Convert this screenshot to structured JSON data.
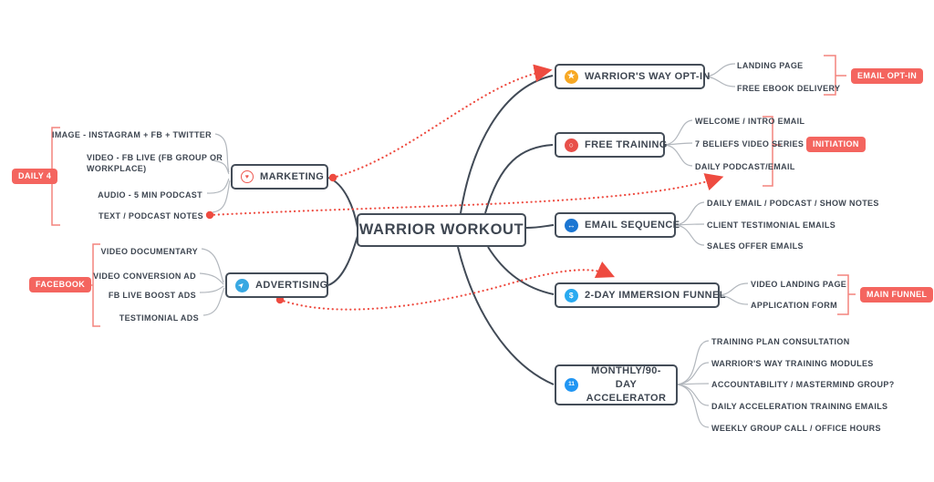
{
  "root": {
    "label": "WARRIOR WORKOUT"
  },
  "marketing": {
    "label": "MARKETING",
    "icon": {
      "glyph": "♥"
    },
    "badge": "DAILY 4",
    "items": [
      "IMAGE - INSTAGRAM + FB + TWITTER",
      "VIDEO - FB LIVE (FB GROUP OR WORKPLACE)",
      "AUDIO - 5 MIN PODCAST",
      "TEXT / PODCAST NOTES"
    ]
  },
  "advertising": {
    "label": "ADVERTISING",
    "icon": {
      "glyph": "➤"
    },
    "badge": "FACEBOOK",
    "items": [
      "VIDEO DOCUMENTARY",
      "VIDEO CONVERSION AD",
      "FB LIVE BOOST ADS",
      "TESTIMONIAL ADS"
    ]
  },
  "optin": {
    "label": "WARRIOR'S WAY OPT-IN",
    "icon": {
      "glyph": "★"
    },
    "badge": "EMAIL OPT-IN",
    "items": [
      "LANDING PAGE",
      "FREE EBOOK DELIVERY"
    ]
  },
  "training": {
    "label": "FREE TRAINING",
    "icon": {
      "glyph": "○"
    },
    "badge": "INITIATION",
    "items": [
      "WELCOME / INTRO EMAIL",
      "7 BELIEFS VIDEO SERIES",
      "DAILY PODCAST/EMAIL"
    ]
  },
  "sequence": {
    "label": "EMAIL SEQUENCE",
    "icon": {
      "glyph": "↔"
    },
    "items": [
      "DAILY EMAIL / PODCAST / SHOW NOTES",
      "CLIENT TESTIMONIAL EMAILS",
      "SALES OFFER EMAILS"
    ]
  },
  "funnel": {
    "label": "2-DAY IMMERSION FUNNEL",
    "icon": {
      "glyph": "$"
    },
    "badge": "MAIN FUNNEL",
    "items": [
      "VIDEO LANDING PAGE",
      "APPLICATION FORM"
    ]
  },
  "accelerator": {
    "label": "MONTHLY/90-DAY ACCELERATOR",
    "icon": {
      "glyph": "11"
    },
    "items": [
      "TRAINING PLAN CONSULTATION",
      "WARRIOR'S WAY TRAINING MODULES",
      "ACCOUNTABILITY / MASTERMIND GROUP?",
      "DAILY ACCELERATION TRAINING EMAILS",
      "WEEKLY GROUP CALL / OFFICE HOURS"
    ]
  },
  "colors": {
    "ink": "#3e4651",
    "badge_red": "#f4655f",
    "bracket_red": "#f4837d",
    "dotted_red": "#ee4b40",
    "branch_dark": "#414a56",
    "leaf_gray": "#b2b7bd"
  }
}
